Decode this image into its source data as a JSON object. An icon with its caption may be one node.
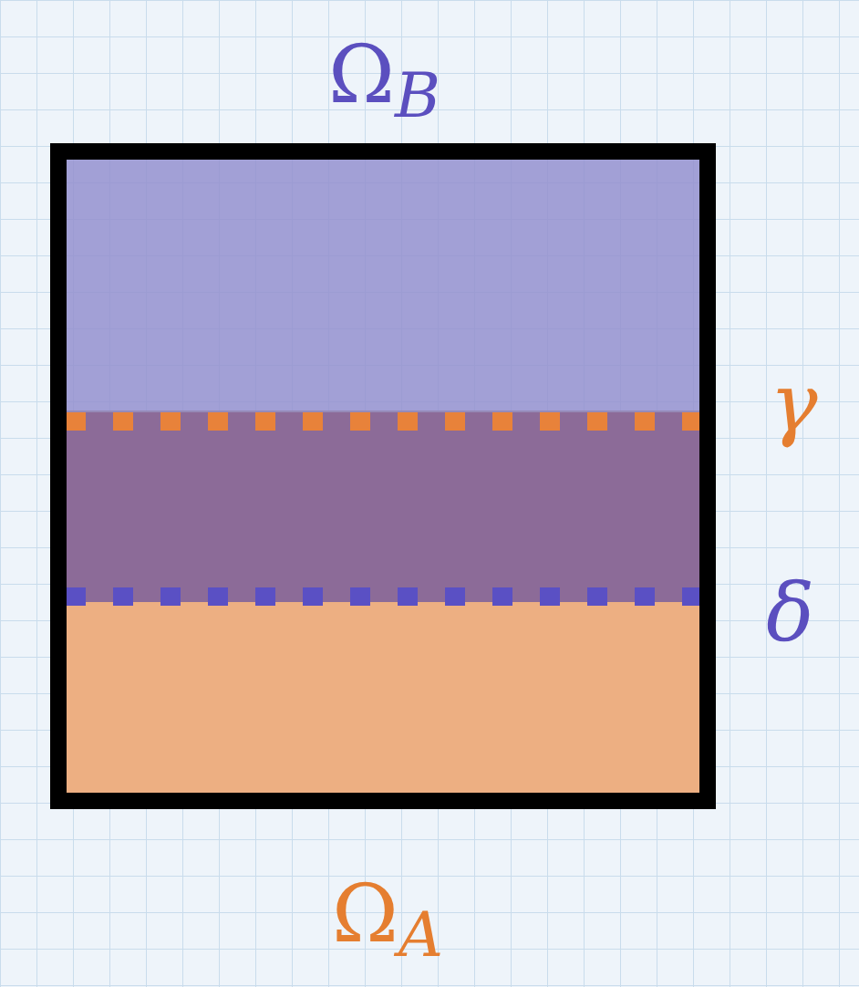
{
  "diagram": {
    "labels": [
      "Ω$_{B}$",
      "γ",
      "δ",
      "Ω$_{A}$"
    ]
  }
}
